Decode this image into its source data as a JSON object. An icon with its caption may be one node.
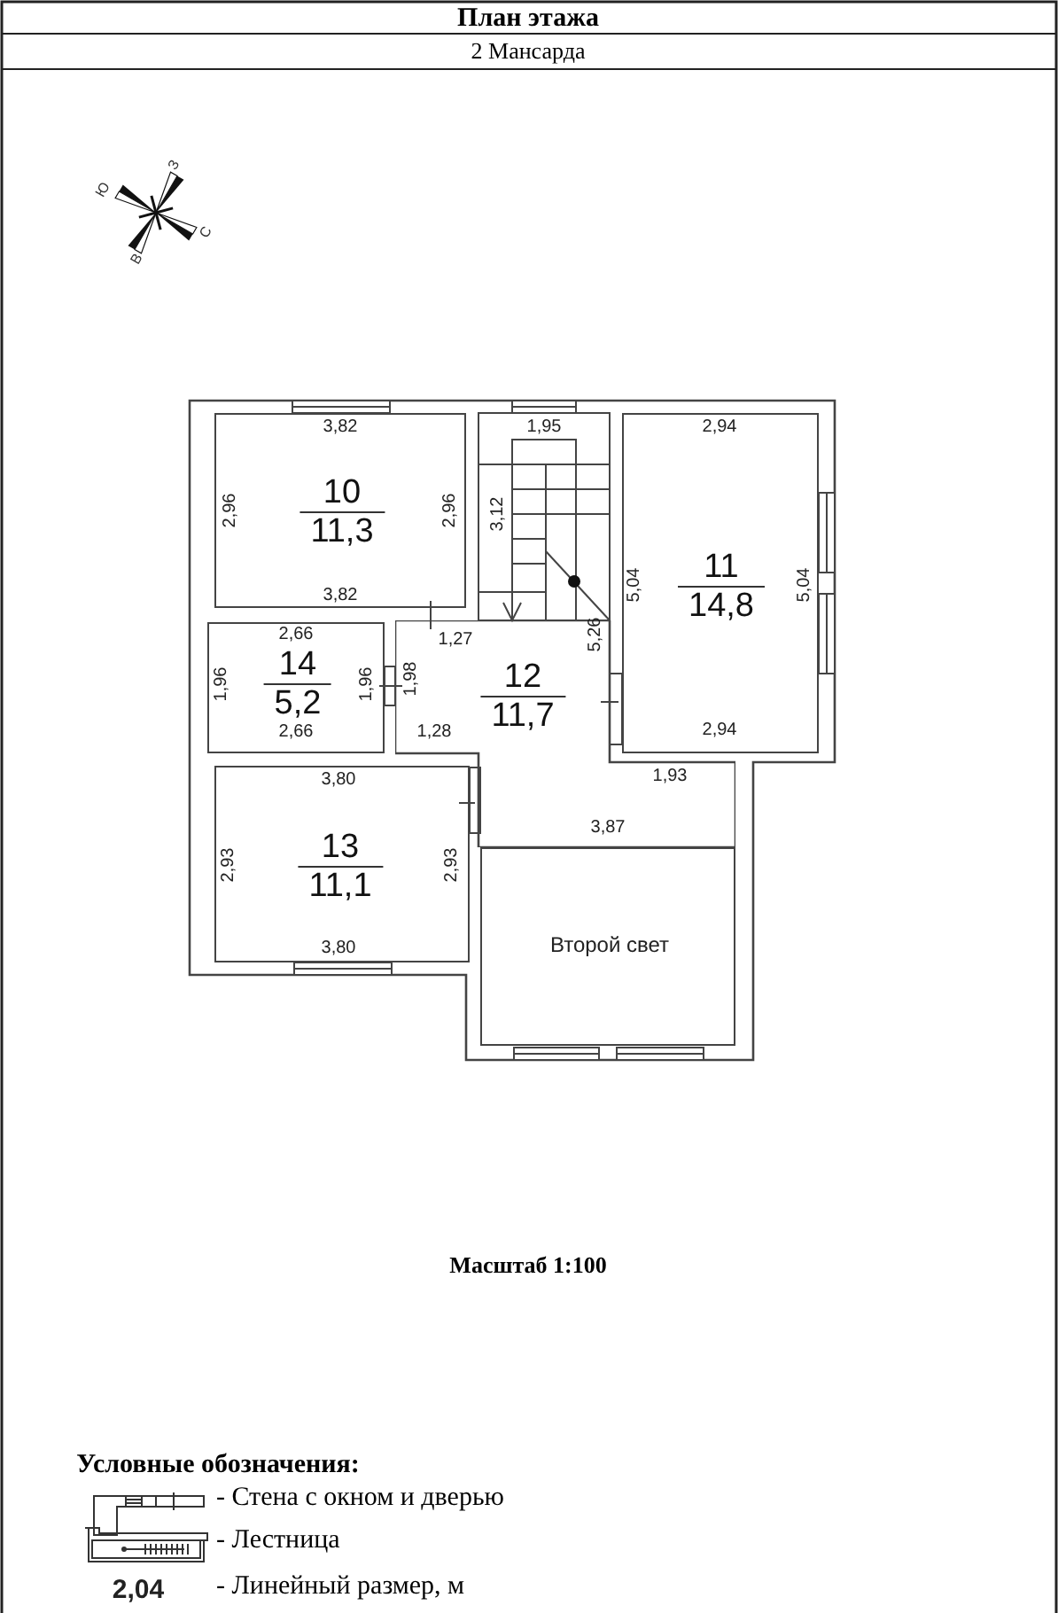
{
  "diagram": {
    "title": "План этажа",
    "nodes": [
      {
        "text": [
          "10",
          "11,3"
        ]
      },
      {
        "text": [
          "11",
          "14,8"
        ]
      },
      {
        "text": [
          "14",
          "5,2"
        ]
      },
      {
        "text": [
          "12",
          "11,7"
        ]
      },
      {
        "text": [
          "13",
          "11,1"
        ]
      },
      {
        "text": [
          "Второй свет"
        ]
      }
    ],
    "labels": [
      "2 Мансарда",
      "З",
      "Ю",
      "С",
      "В",
      "3,82",
      "1,95",
      "2,94",
      "2,96",
      "2,96",
      "3,12",
      "5,04",
      "5,04",
      "3,82",
      "2,66",
      "1,27",
      "5,26",
      "1,96",
      "1,96",
      "1,98",
      "2,66",
      "1,28",
      "2,94",
      "3,80",
      "1,93",
      "3,87",
      "2,93",
      "2,93",
      "3,80",
      "Масштаб 1:100",
      "Условные обозначения:",
      "2,04"
    ],
    "legend": [
      {
        "text": "- Стена с окном и дверью"
      },
      {
        "text": "- Лестница"
      },
      {
        "text": "- Линейный размер, м"
      }
    ]
  }
}
